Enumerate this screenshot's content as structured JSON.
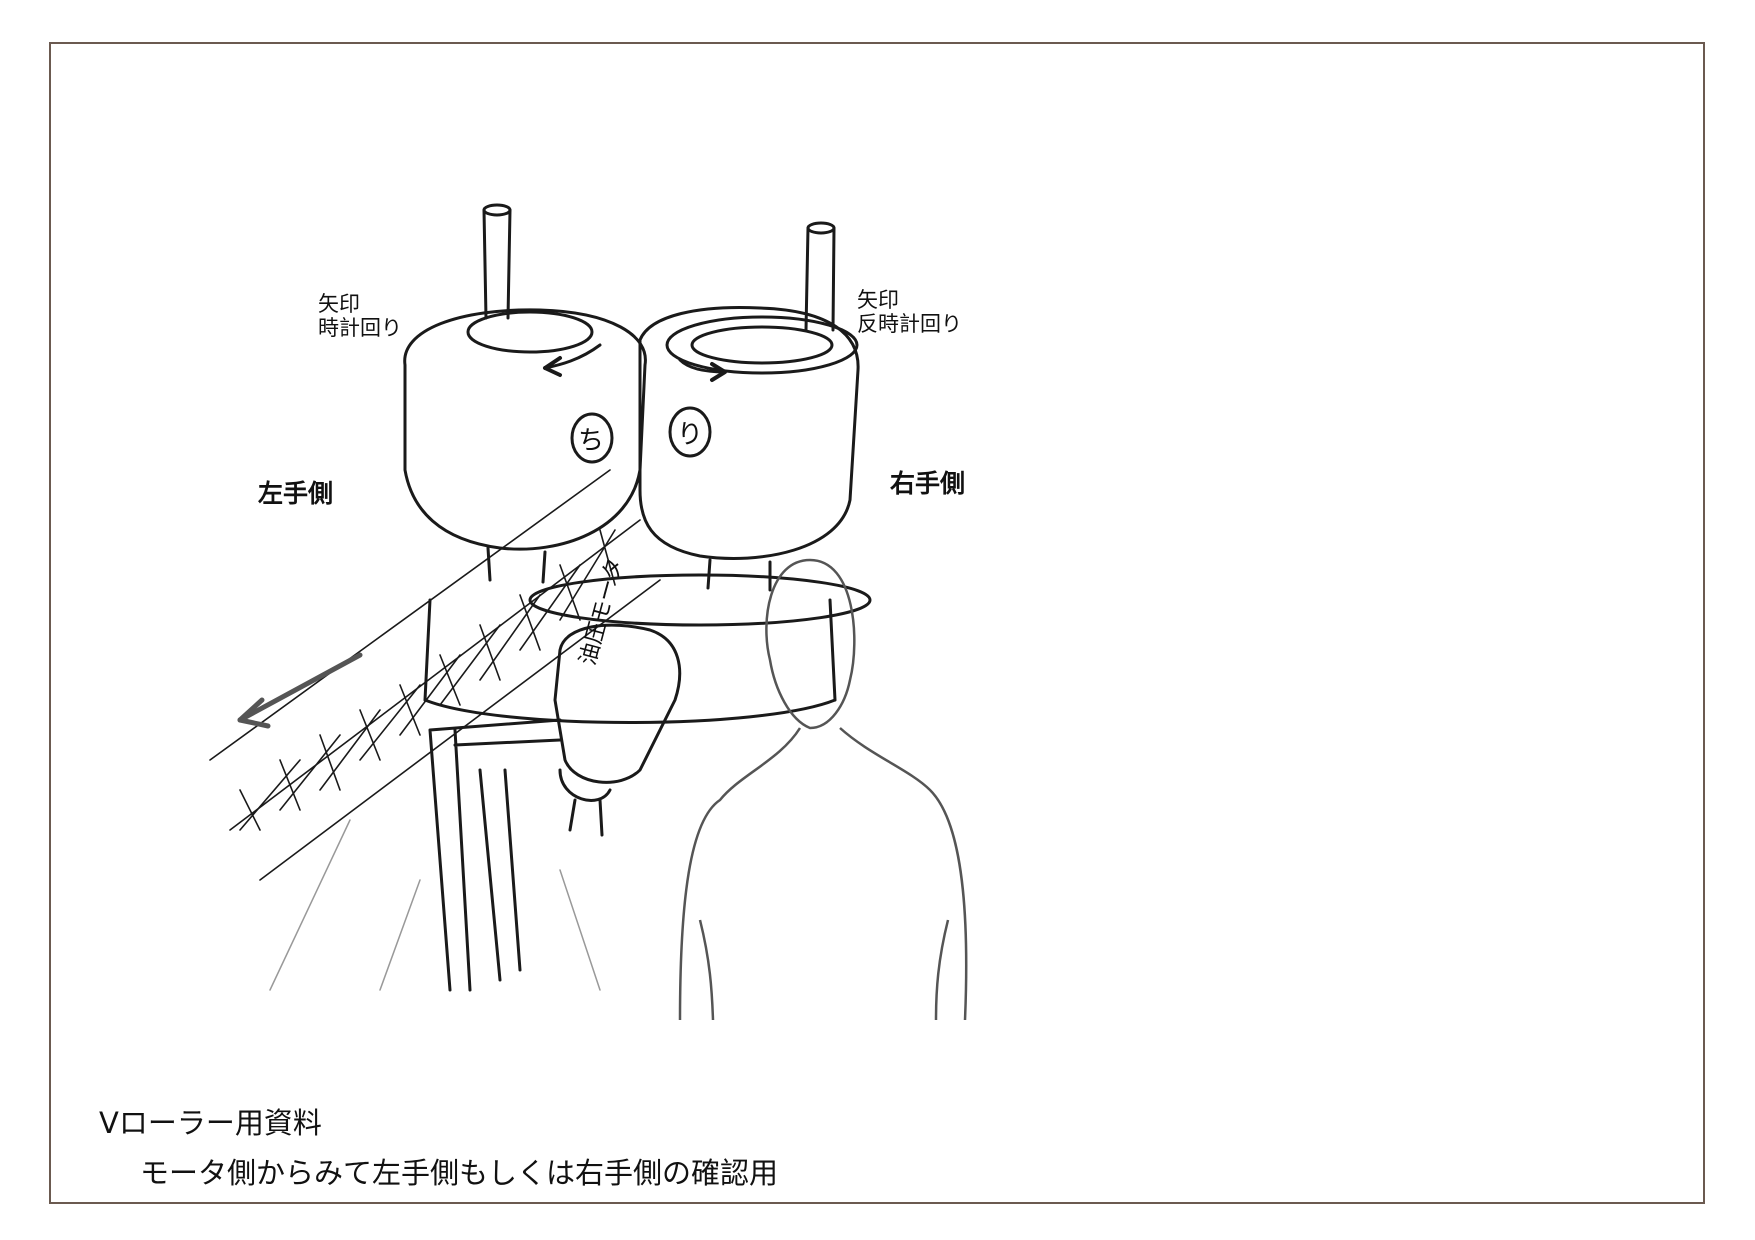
{
  "labels": {
    "left_arrow_note_line1": "矢印",
    "left_arrow_note_line2": "時計回り",
    "right_arrow_note_line1": "矢印",
    "right_arrow_note_line2": "反時計回り",
    "left_side": "左手側",
    "right_side": "右手側",
    "roller_left_mark": "ち",
    "roller_right_mark": "り",
    "motor_label": "油圧モータ"
  },
  "caption": {
    "title": "Vローラー用資料",
    "subtitle": "モータ側からみて左手側もしくは右手側の確認用"
  },
  "colors": {
    "frame_border": "#6b5a50",
    "ink": "#1a1a1a",
    "figure_outline": "#555555"
  }
}
